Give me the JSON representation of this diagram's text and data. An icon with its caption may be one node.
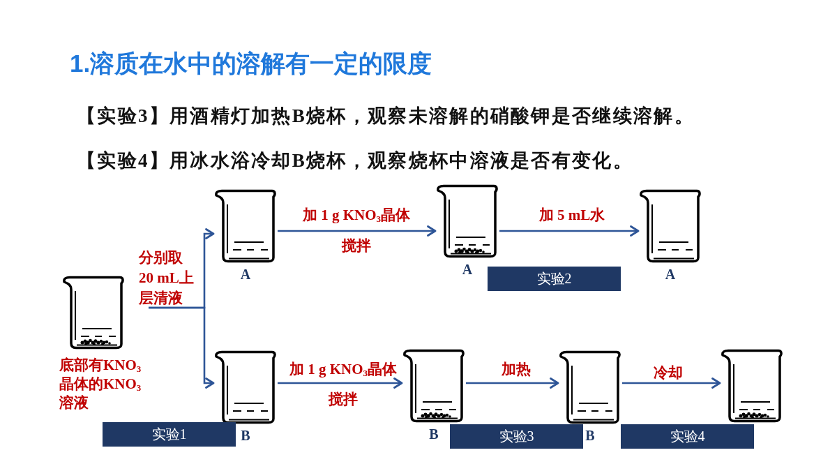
{
  "diagram": {
    "title": "1.溶质在水中的溶解有一定的限度",
    "nodes": [
      {
        "text": [],
        "shape": "picture",
        "beside": [
          "底部有KNO$_{3}$晶体的KNO$_{3}$溶液"
        ]
      },
      {
        "text": [],
        "shape": "picture",
        "beside": [
          "A"
        ]
      },
      {
        "text": [],
        "shape": "picture",
        "beside": [
          "A"
        ]
      },
      {
        "text": [],
        "shape": "picture",
        "beside": [
          "A"
        ]
      },
      {
        "text": [],
        "shape": "picture",
        "beside": [
          "B"
        ]
      },
      {
        "text": [],
        "shape": "picture",
        "beside": [
          "B"
        ]
      },
      {
        "text": [],
        "shape": "picture",
        "beside": [
          "B"
        ]
      },
      {
        "text": [],
        "shape": "picture"
      },
      {
        "text": [
          "实验1"
        ]
      },
      {
        "text": [
          "实验2"
        ]
      },
      {
        "text": [
          "实验3"
        ]
      },
      {
        "text": [
          "实验4"
        ]
      }
    ],
    "edges": [
      {
        "from": 0,
        "to": 1,
        "arrow": "to",
        "label": "分别取20 mL上层清液"
      },
      {
        "from": 0,
        "to": 4,
        "arrow": "to"
      },
      {
        "from": 1,
        "to": 2,
        "arrow": "to",
        "label": "加 1 g KNO$_{3}$晶体"
      },
      {
        "from": 2,
        "to": 3,
        "arrow": "to",
        "label": "加 5 mL水"
      },
      {
        "from": 4,
        "to": 5,
        "arrow": "to",
        "label": "加 1 g KNO$_{3}$晶体"
      },
      {
        "from": 5,
        "to": 6,
        "arrow": "to",
        "label": "加热"
      },
      {
        "from": 6,
        "to": 7,
        "arrow": "to",
        "label": "冷却"
      }
    ],
    "labels": [
      "【实验3】用酒精灯加热B烧杯，观察未溶解的硝酸钾是否继续溶解。",
      "【实验4】用冰水浴冷却B烧杯，观察烧杯中溶液是否有变化。",
      "搅拌",
      "搅拌"
    ]
  }
}
